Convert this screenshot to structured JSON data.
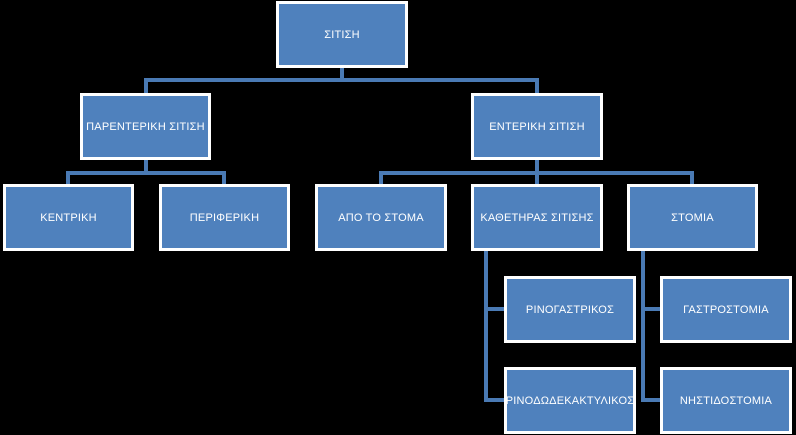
{
  "diagram": {
    "colors": {
      "background": "#000000",
      "node_fill": "#4f81bd",
      "node_border": "#ffffff",
      "connector": "#4a7ab4",
      "text": "#ffffff"
    },
    "nodes": {
      "root": {
        "label": "ΣΙΤΙΣΗ"
      },
      "parenteral": {
        "label": "ΠΑΡΕΝΤΕΡΙΚΗ ΣΙΤΙΣΗ"
      },
      "enteral": {
        "label": "ΕΝΤΕΡΙΚΗ ΣΙΤΙΣΗ"
      },
      "central": {
        "label": "ΚΕΝΤΡΙΚΗ"
      },
      "peripheral": {
        "label": "ΠΕΡΙΦΕΡΙΚΗ"
      },
      "oral": {
        "label": "ΑΠΟ ΤΟ ΣΤΟΜΑ"
      },
      "catheter": {
        "label": "ΚΑΘΕΤΗΡΑΣ ΣΙΤΙΣΗΣ"
      },
      "stoma": {
        "label": "ΣΤΟΜΙΑ"
      },
      "nasogastric": {
        "label": "ΡΙΝΟΓΑΣΤΡΙΚΟΣ"
      },
      "nasoduodenal": {
        "label": "ΡΙΝΟΔΩΔΕΚΑΚΤΥΛΙΚΟΣ"
      },
      "gastrostomy": {
        "label": "ΓΑΣΤΡΟΣΤΟΜΙΑ"
      },
      "jejunostomy": {
        "label": "ΝΗΣΤΙΔΟΣΤΟΜΙΑ"
      }
    },
    "edges": [
      [
        "root",
        "parenteral"
      ],
      [
        "root",
        "enteral"
      ],
      [
        "parenteral",
        "central"
      ],
      [
        "parenteral",
        "peripheral"
      ],
      [
        "enteral",
        "oral"
      ],
      [
        "enteral",
        "catheter"
      ],
      [
        "enteral",
        "stoma"
      ],
      [
        "catheter",
        "nasogastric"
      ],
      [
        "catheter",
        "nasoduodenal"
      ],
      [
        "stoma",
        "gastrostomy"
      ],
      [
        "stoma",
        "jejunostomy"
      ]
    ]
  }
}
